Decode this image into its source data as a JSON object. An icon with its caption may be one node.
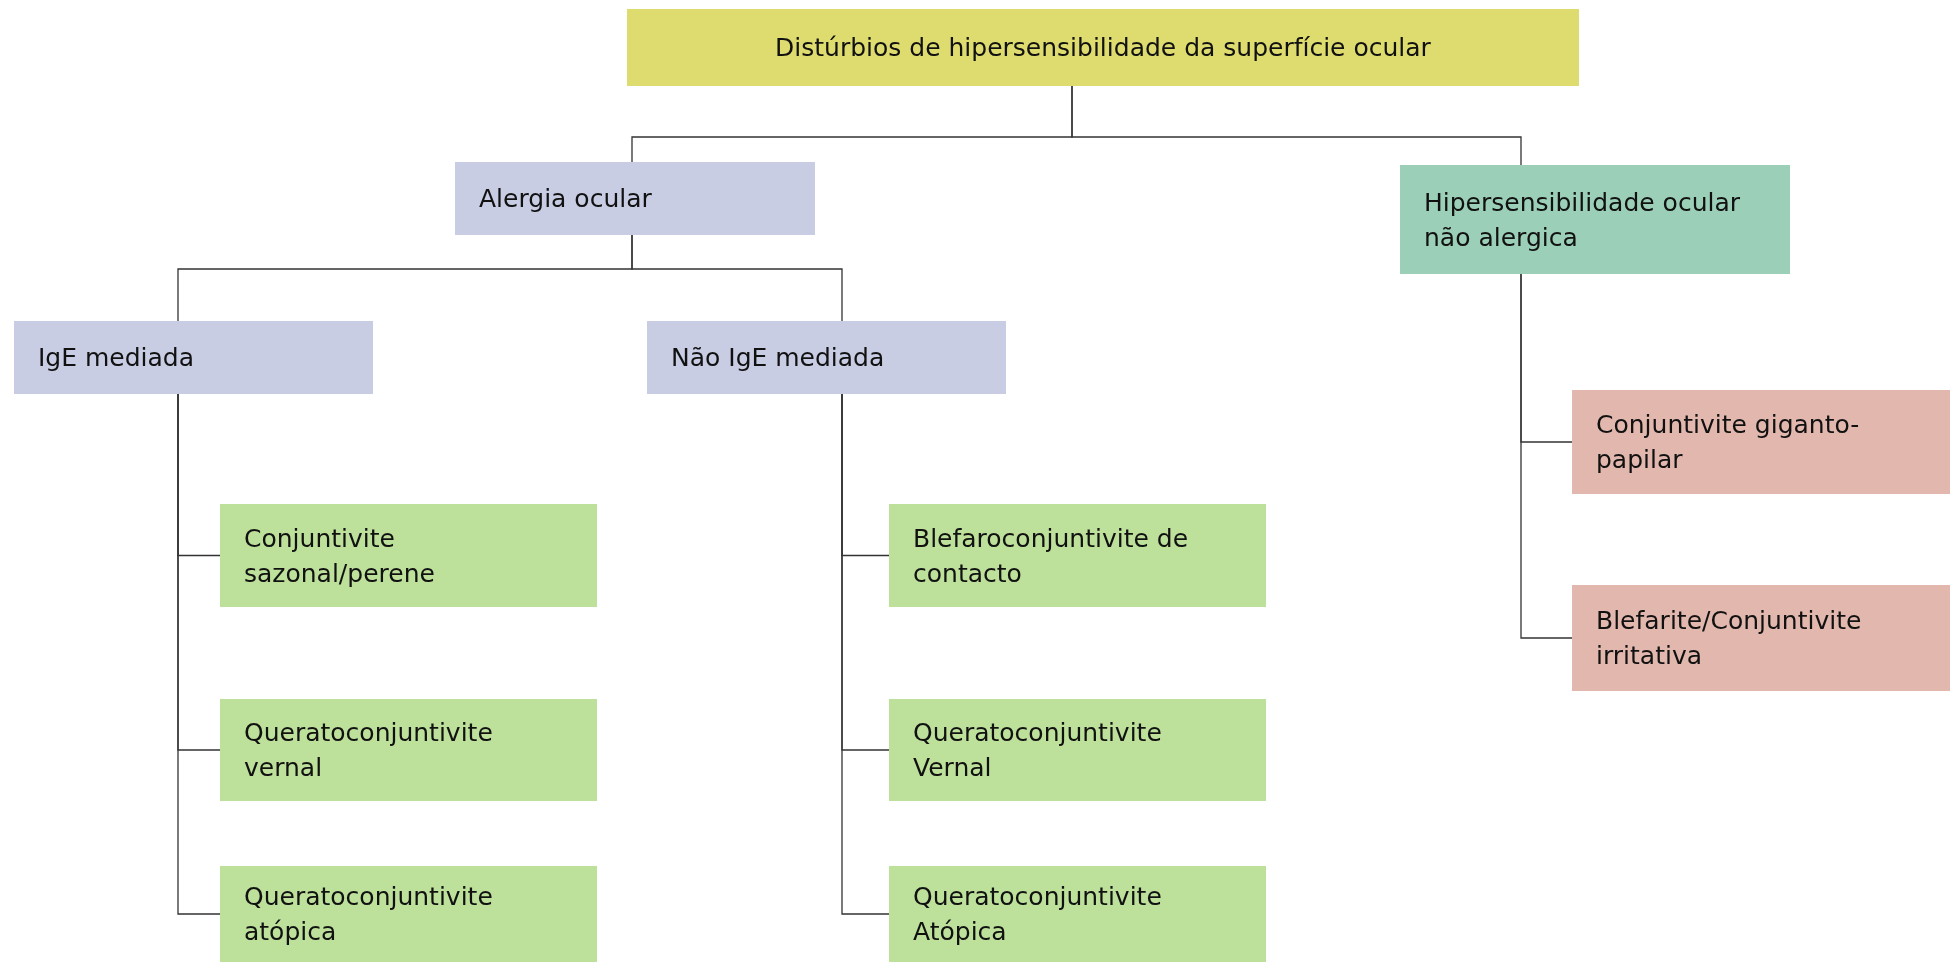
{
  "diagram": {
    "nodes": [
      {
        "text": [
          "Distúrbios de hipersensibilidade da superfície ocular"
        ]
      },
      {
        "text": [
          "Alergia ocular"
        ]
      },
      {
        "text": [
          "Hipersensibilidade ocular não alergica"
        ]
      },
      {
        "text": [
          "IgE mediada"
        ]
      },
      {
        "text": [
          "Não IgE mediada"
        ]
      },
      {
        "text": [
          "Conjuntivite sazonal/perene"
        ]
      },
      {
        "text": [
          "Queratoconjuntivite vernal"
        ]
      },
      {
        "text": [
          "Queratoconjuntivite atópica"
        ]
      },
      {
        "text": [
          "Blefaroconjuntivite de contacto"
        ]
      },
      {
        "text": [
          "Queratoconjuntivite Vernal"
        ]
      },
      {
        "text": [
          "Queratoconjuntivite Atópica"
        ]
      },
      {
        "text": [
          "Conjuntivite giganto-papilar"
        ]
      },
      {
        "text": [
          "Blefarite/Conjuntivite irritativa"
        ]
      }
    ],
    "edges": [
      {
        "from": 0,
        "to": 1,
        "arrow": "none"
      },
      {
        "from": 0,
        "to": 2,
        "arrow": "none"
      },
      {
        "from": 1,
        "to": 3,
        "arrow": "none"
      },
      {
        "from": 1,
        "to": 4,
        "arrow": "none"
      },
      {
        "from": 3,
        "to": 5,
        "arrow": "none"
      },
      {
        "from": 3,
        "to": 6,
        "arrow": "none"
      },
      {
        "from": 3,
        "to": 7,
        "arrow": "none"
      },
      {
        "from": 4,
        "to": 8,
        "arrow": "none"
      },
      {
        "from": 4,
        "to": 9,
        "arrow": "none"
      },
      {
        "from": 4,
        "to": 10,
        "arrow": "none"
      },
      {
        "from": 2,
        "to": 11,
        "arrow": "none"
      },
      {
        "from": 2,
        "to": 12,
        "arrow": "none"
      }
    ]
  }
}
